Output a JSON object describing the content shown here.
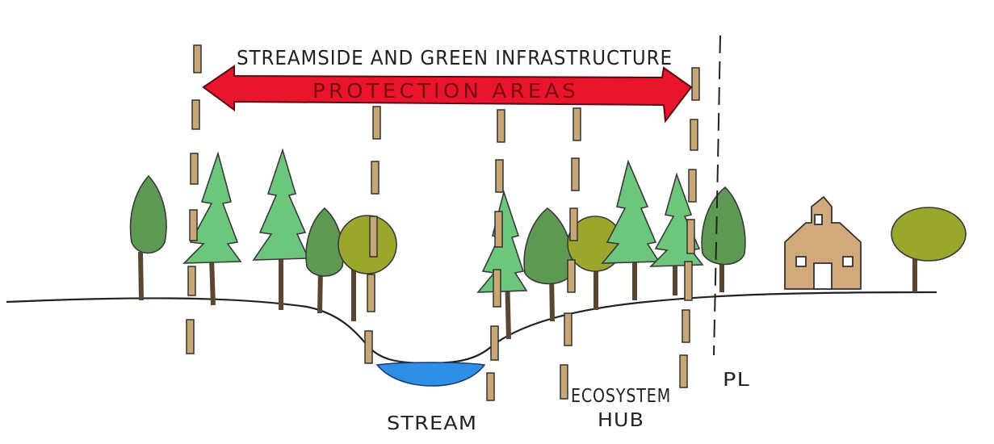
{
  "title": "STREAMSIDE AND GREEN INFRASTRUCTURE",
  "arrow_label": "PROTECTION AREAS",
  "labels": {
    "stream": "STREAM",
    "ecosystem_line1": "ECOSYSTEM",
    "ecosystem_line2": "HUB",
    "property_line": "PL"
  },
  "colors": {
    "arrow": "#e8152c",
    "arrow_outline": "#5a0a10",
    "stake": "#c9a774",
    "tree_dark": "#5f9a55",
    "tree_light": "#6cc67c",
    "tree_olive": "#9aa62c",
    "water": "#2f8fe6",
    "house": "#d1a97c",
    "trunk": "#5a4632",
    "ink": "#222222"
  }
}
